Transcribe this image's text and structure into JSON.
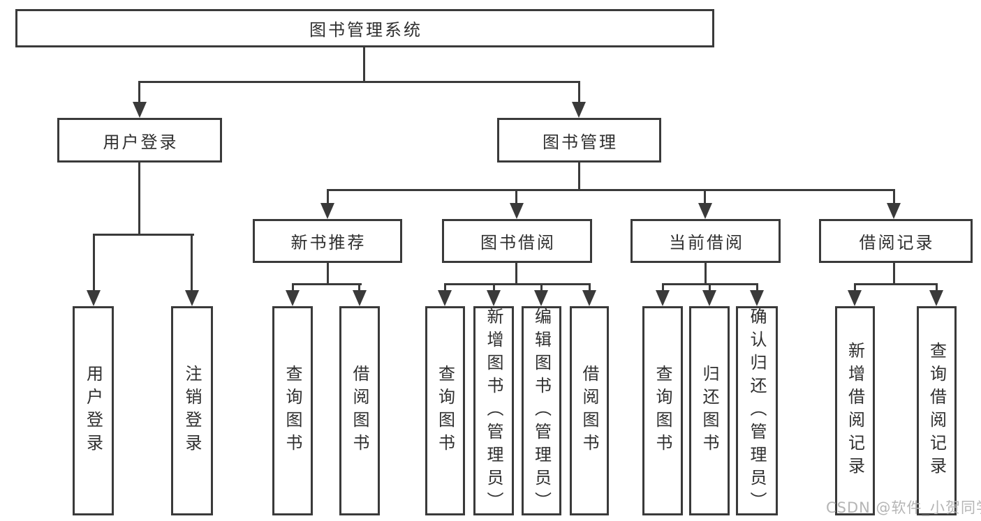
{
  "diagram": {
    "root": {
      "label": "图书管理系统"
    },
    "branches": [
      {
        "label": "用户登录",
        "children": [
          {
            "label": "用户登录"
          },
          {
            "label": "注销登录"
          }
        ]
      },
      {
        "label": "图书管理",
        "children": [
          {
            "label": "新书推荐",
            "children": [
              {
                "label": "查询图书"
              },
              {
                "label": "借阅图书"
              }
            ]
          },
          {
            "label": "图书借阅",
            "children": [
              {
                "label": "查询图书"
              },
              {
                "label": "新增图书（管理员）"
              },
              {
                "label": "编辑图书（管理员）"
              },
              {
                "label": "借阅图书"
              }
            ]
          },
          {
            "label": "当前借阅",
            "children": [
              {
                "label": "查询图书"
              },
              {
                "label": "归还图书"
              },
              {
                "label": "确认归还（管理员）"
              }
            ]
          },
          {
            "label": "借阅记录",
            "children": [
              {
                "label": "新增借阅记录"
              },
              {
                "label": "查询借阅记录"
              }
            ]
          }
        ]
      }
    ]
  },
  "watermark": {
    "text": "CSDN @软件_小贺同学"
  },
  "colors": {
    "line": "#3a3a3a",
    "text": "#2f2f2f",
    "background": "#ffffff",
    "watermark": "#b5b5b5"
  }
}
